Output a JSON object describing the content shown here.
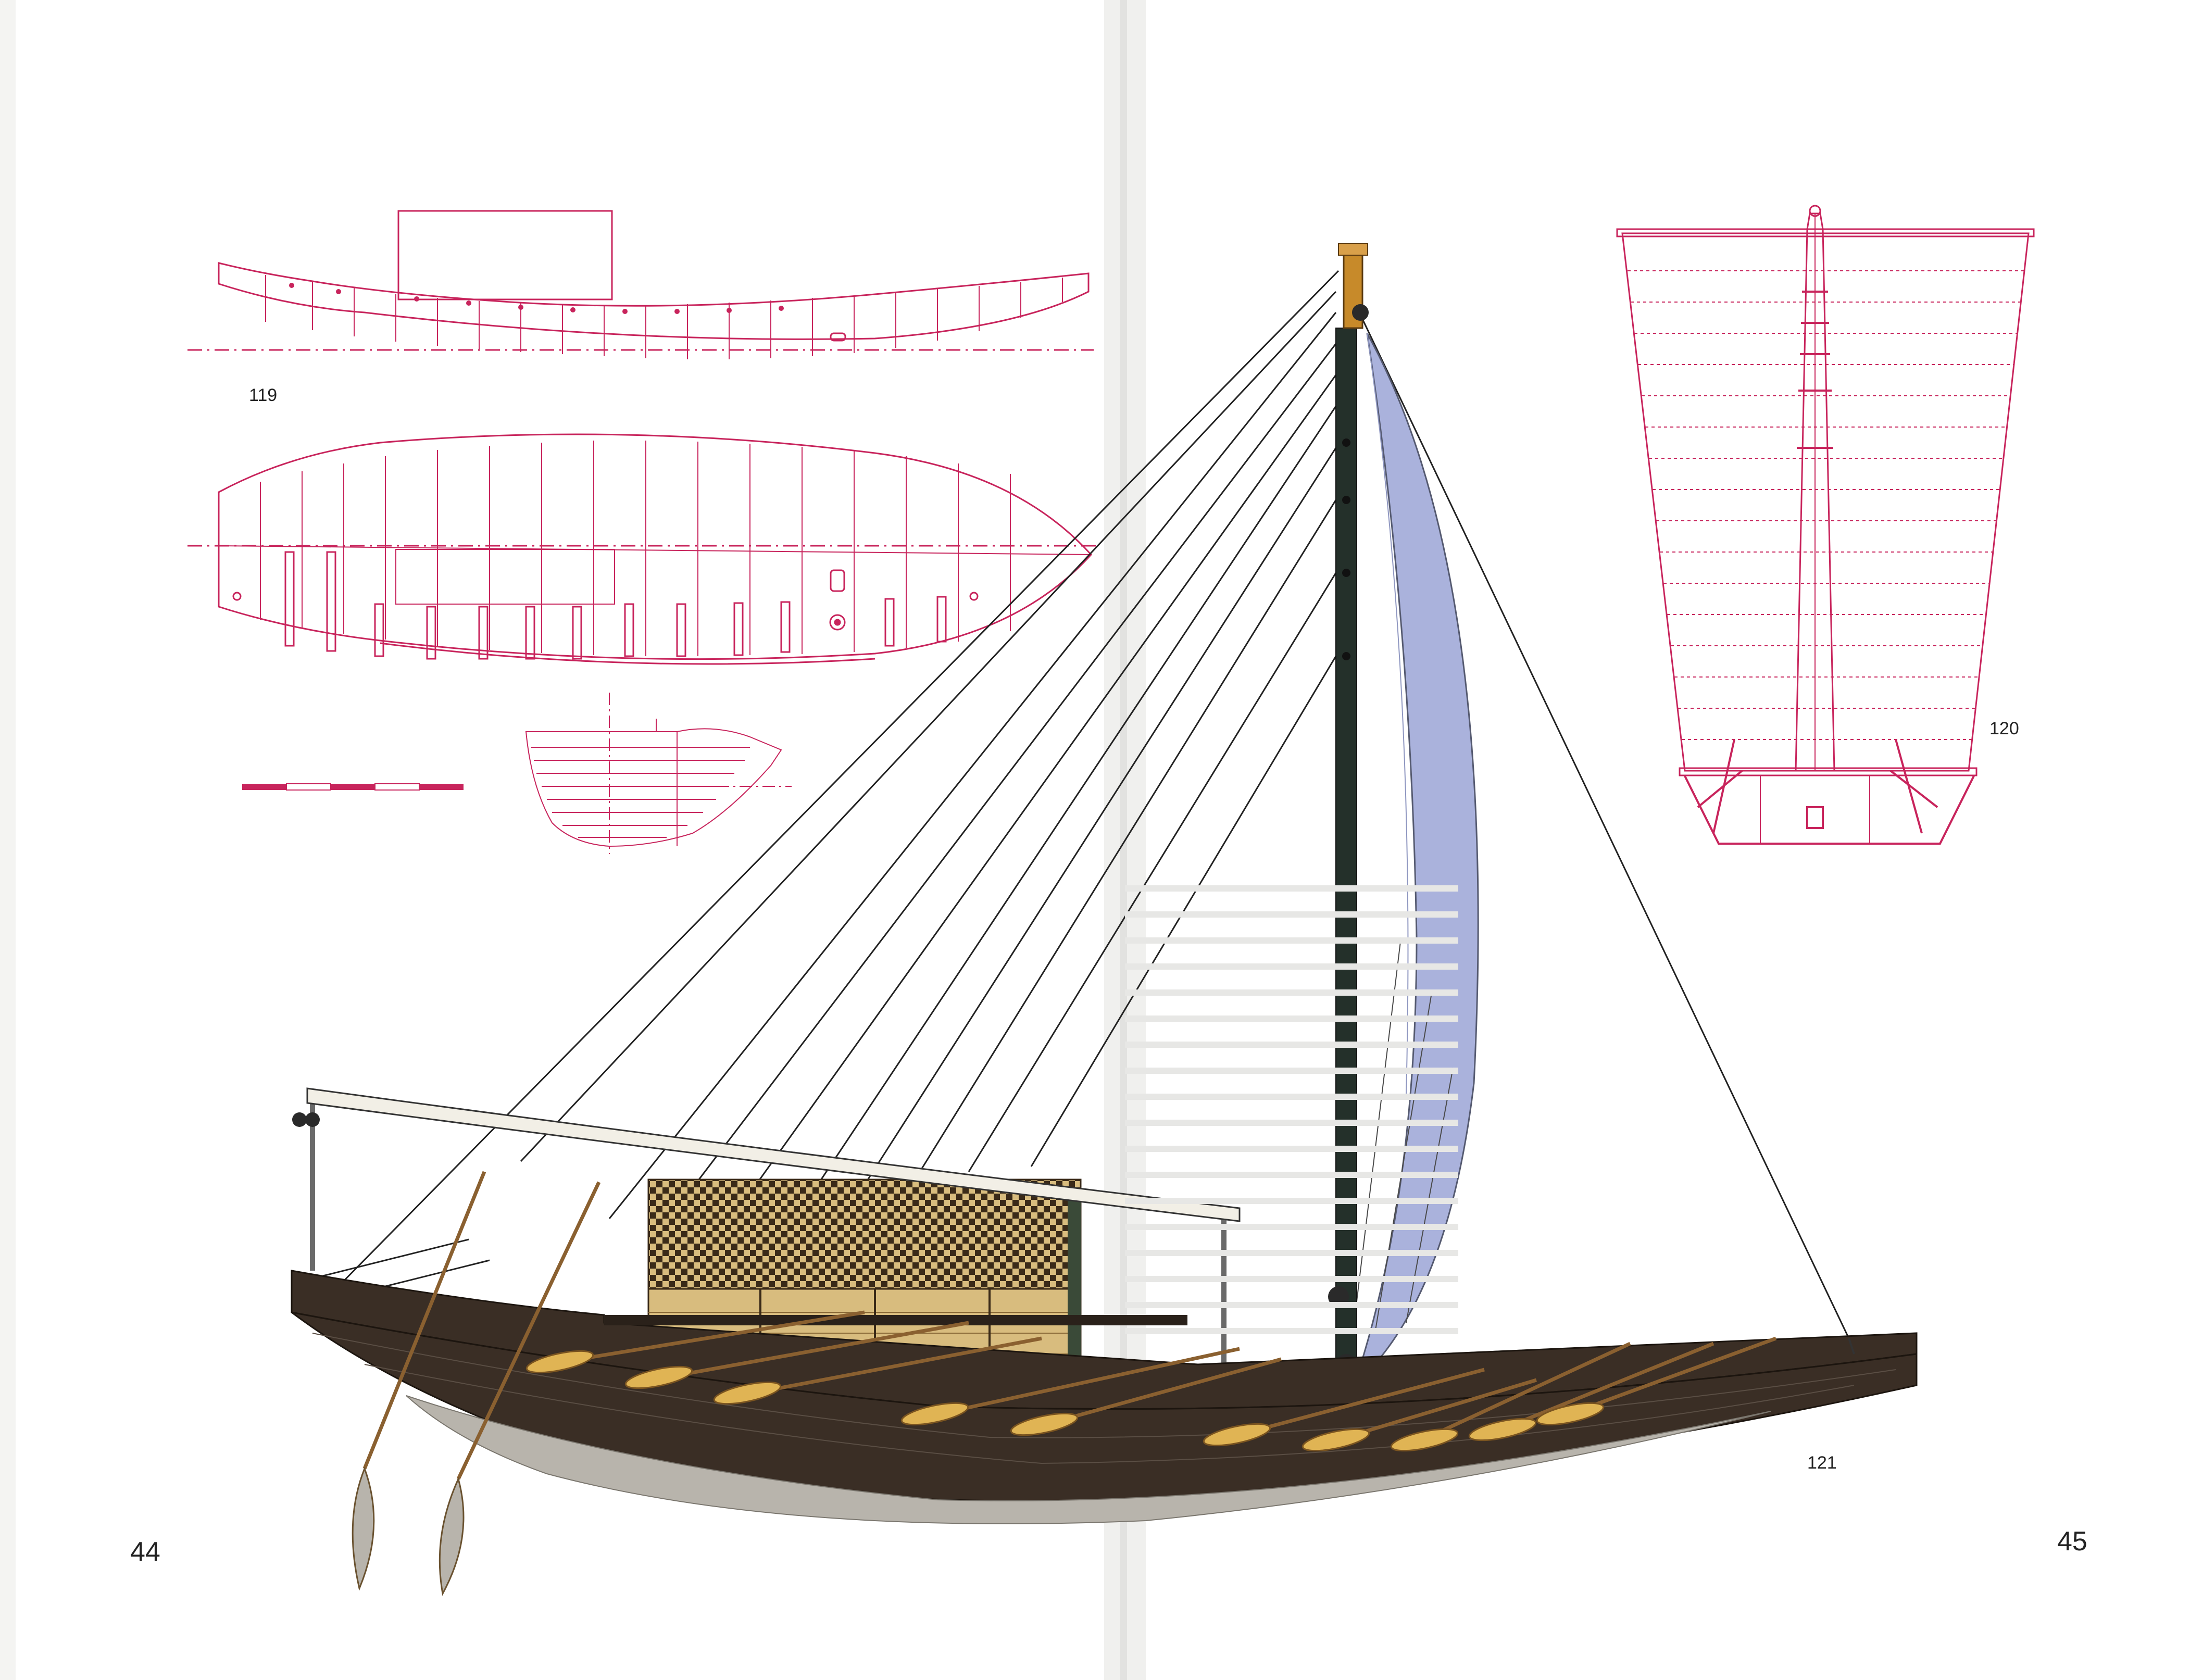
{
  "pages": {
    "left": {
      "number": "44"
    },
    "right": {
      "number": "45"
    }
  },
  "figures": {
    "hull_lines": {
      "number": "119"
    },
    "sail_plan": {
      "number": "120"
    },
    "ship_illustration": {
      "number": "121"
    }
  },
  "colors": {
    "drawing_lines": "#c8245c",
    "hull_dark": "#3a2e25",
    "hull_underside": "#b8b4ac",
    "sail": "#aab2dc",
    "yard": "#f2efe6",
    "oar_blade": "#e0b454",
    "shelter_wood": "#d8bc7e",
    "rigging": "#222222"
  }
}
